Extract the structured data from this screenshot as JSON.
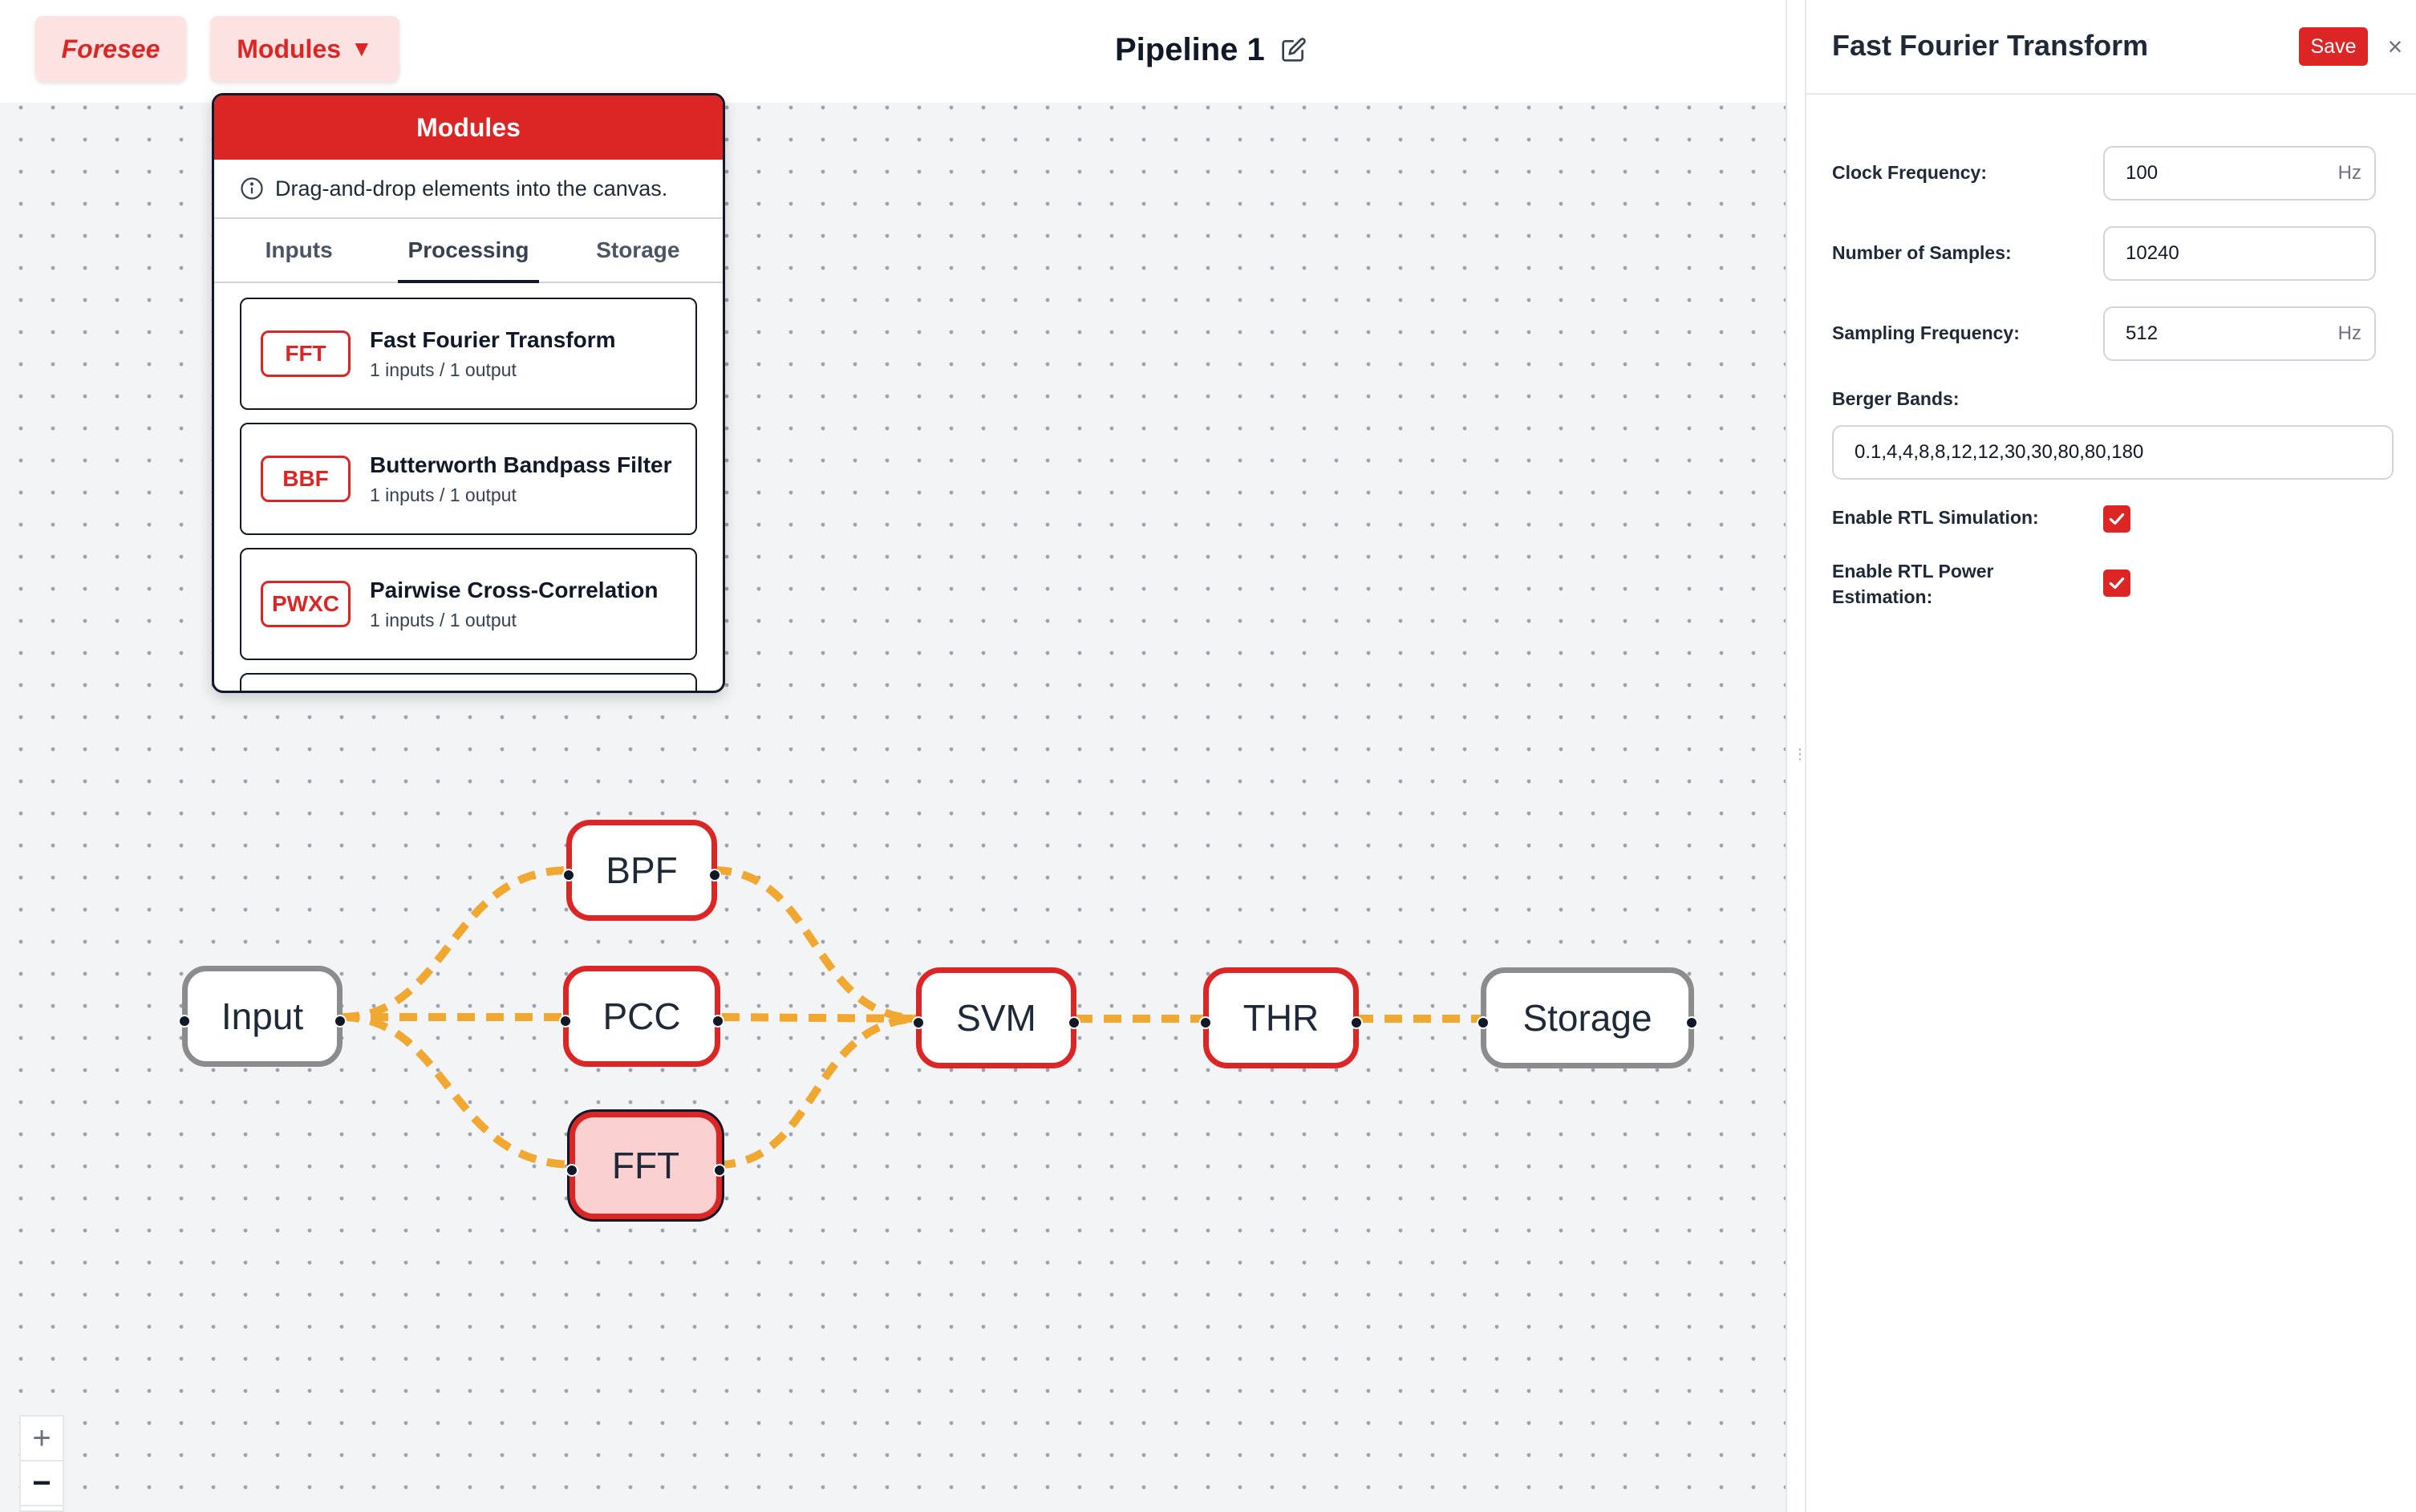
{
  "header": {
    "brand_label": "Foresee",
    "modules_label": "Modules",
    "modules_caret": "▼",
    "pipeline_title": "Pipeline 1"
  },
  "modules_panel": {
    "title": "Modules",
    "hint": "Drag-and-drop elements into the canvas.",
    "tabs": [
      {
        "label": "Inputs",
        "active": false
      },
      {
        "label": "Processing",
        "active": true
      },
      {
        "label": "Storage",
        "active": false
      }
    ],
    "items": [
      {
        "badge": "FFT",
        "name": "Fast Fourier Transform",
        "io": "1 inputs / 1 output"
      },
      {
        "badge": "BBF",
        "name": "Butterworth Bandpass Filter",
        "io": "1 inputs / 1 output"
      },
      {
        "badge": "PWXC",
        "name": "Pairwise Cross-Correlation",
        "io": "1 inputs / 1 output"
      }
    ]
  },
  "graph": {
    "nodes": {
      "input": "Input",
      "bpf": "BPF",
      "pcc": "PCC",
      "fft": "FFT",
      "svm": "SVM",
      "thr": "THR",
      "storage": "Storage"
    },
    "selected_node": "fft",
    "edge_color": "#f0a830",
    "accent_color": "#dc2626"
  },
  "zoom": {
    "in_label": "+",
    "out_label": "−"
  },
  "properties": {
    "title": "Fast Fourier Transform",
    "save_label": "Save",
    "close_label": "×",
    "clock_frequency": {
      "label": "Clock Frequency:",
      "value": "100",
      "unit": "Hz"
    },
    "num_samples": {
      "label": "Number of Samples:",
      "value": "10240"
    },
    "sampling_frequency": {
      "label": "Sampling Frequency:",
      "value": "512",
      "unit": "Hz"
    },
    "berger_bands": {
      "label": "Berger Bands:",
      "value": "0.1,4,4,8,8,12,12,30,30,80,80,180"
    },
    "rtl_simulation": {
      "label": "Enable RTL Simulation:",
      "checked": true
    },
    "rtl_power_line1": "Enable RTL Power",
    "rtl_power_line2": "Estimation:",
    "rtl_power_checked": true
  }
}
